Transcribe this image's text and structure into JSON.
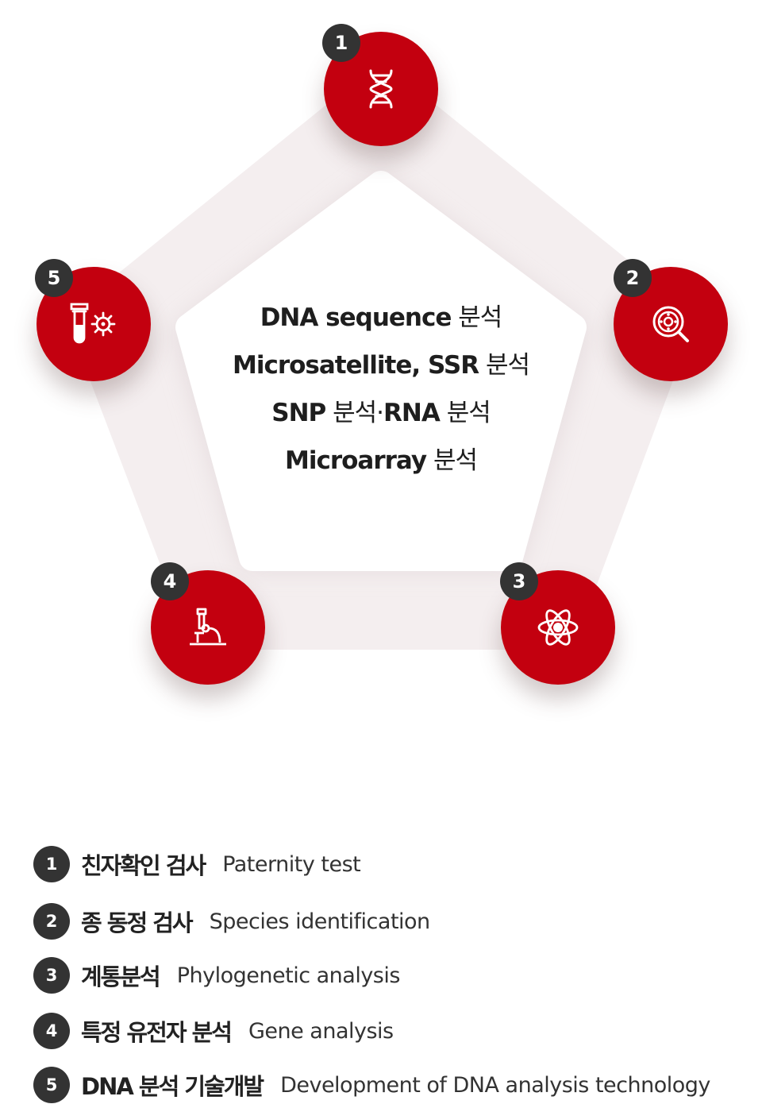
{
  "center": {
    "lines": [
      {
        "bold": "DNA sequence",
        "regular": "분석"
      },
      {
        "bold": "Microsatellite, SSR",
        "regular": "분석"
      },
      {
        "bold": "SNP",
        "regular": "분석·",
        "bold2": "RNA",
        "regular2": "분석"
      },
      {
        "bold": "Microarray",
        "regular": "분석"
      }
    ]
  },
  "nodes": [
    {
      "num": "1",
      "icon": "dna-helix-icon"
    },
    {
      "num": "2",
      "icon": "virus-magnifier-icon"
    },
    {
      "num": "3",
      "icon": "atom-icon"
    },
    {
      "num": "4",
      "icon": "microscope-icon"
    },
    {
      "num": "5",
      "icon": "test-tube-virus-icon"
    }
  ],
  "legend": [
    {
      "num": "1",
      "ko": "친자확인 검사",
      "en": "Paternity test"
    },
    {
      "num": "2",
      "ko": "종 동정 검사",
      "en": "Species identification"
    },
    {
      "num": "3",
      "ko": "계통분석",
      "en": "Phylogenetic analysis"
    },
    {
      "num": "4",
      "ko": "특정 유전자 분석",
      "en": "Gene analysis"
    },
    {
      "num": "5",
      "ko": "DNA 분석 기술개발",
      "en": "Development of DNA analysis technology"
    }
  ],
  "colors": {
    "accent": "#c3000f",
    "badge": "#333333",
    "ring": "#f3eced"
  }
}
